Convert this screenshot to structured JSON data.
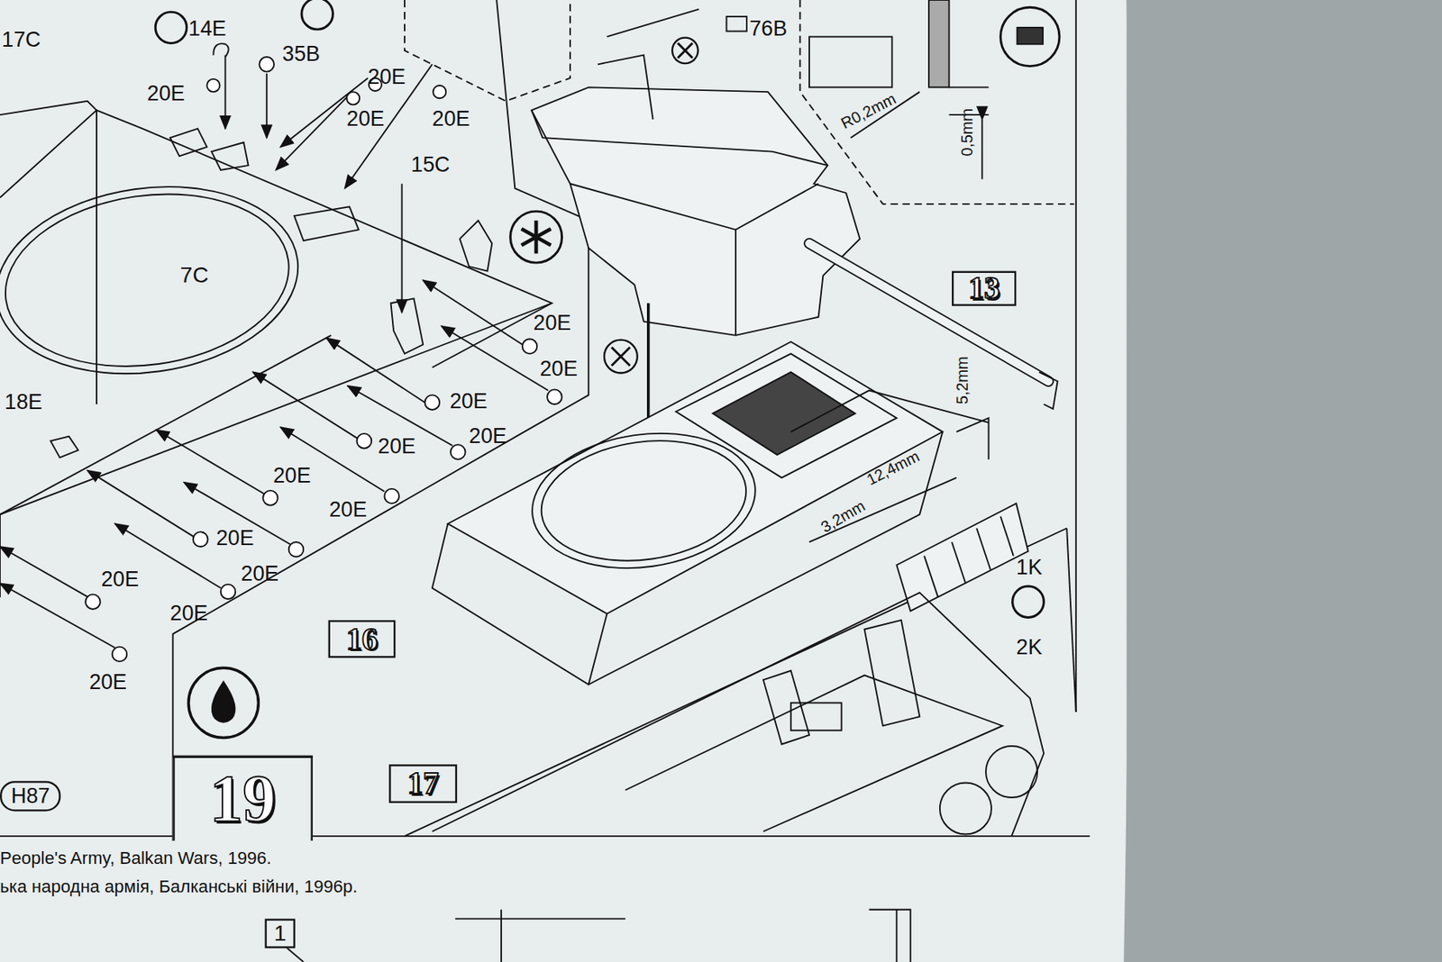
{
  "diagram": {
    "nodes": [
      {
        "text": [
          "13"
        ]
      },
      {
        "text": [
          "16"
        ]
      },
      {
        "text": [
          "19"
        ]
      },
      {
        "text": [
          "17"
        ]
      }
    ],
    "labels": [
      "17C",
      "14E",
      "20E",
      "35B",
      "20E",
      "20E",
      "20E",
      "15C",
      "76B",
      "R0,2mm",
      "0,5mm",
      "7C",
      "20E",
      "20E",
      "18E",
      "20E",
      "20E",
      "20E",
      "5,2mm",
      "20E",
      "12,4mm",
      "20E",
      "3,2mm",
      "20E",
      "20E",
      "1K",
      "20E",
      "20E",
      "2K",
      "20E",
      "H87",
      "People's Army, Balkan Wars, 1996.",
      "ька народна армія, Балканські війни, 1996р.",
      "1"
    ]
  }
}
